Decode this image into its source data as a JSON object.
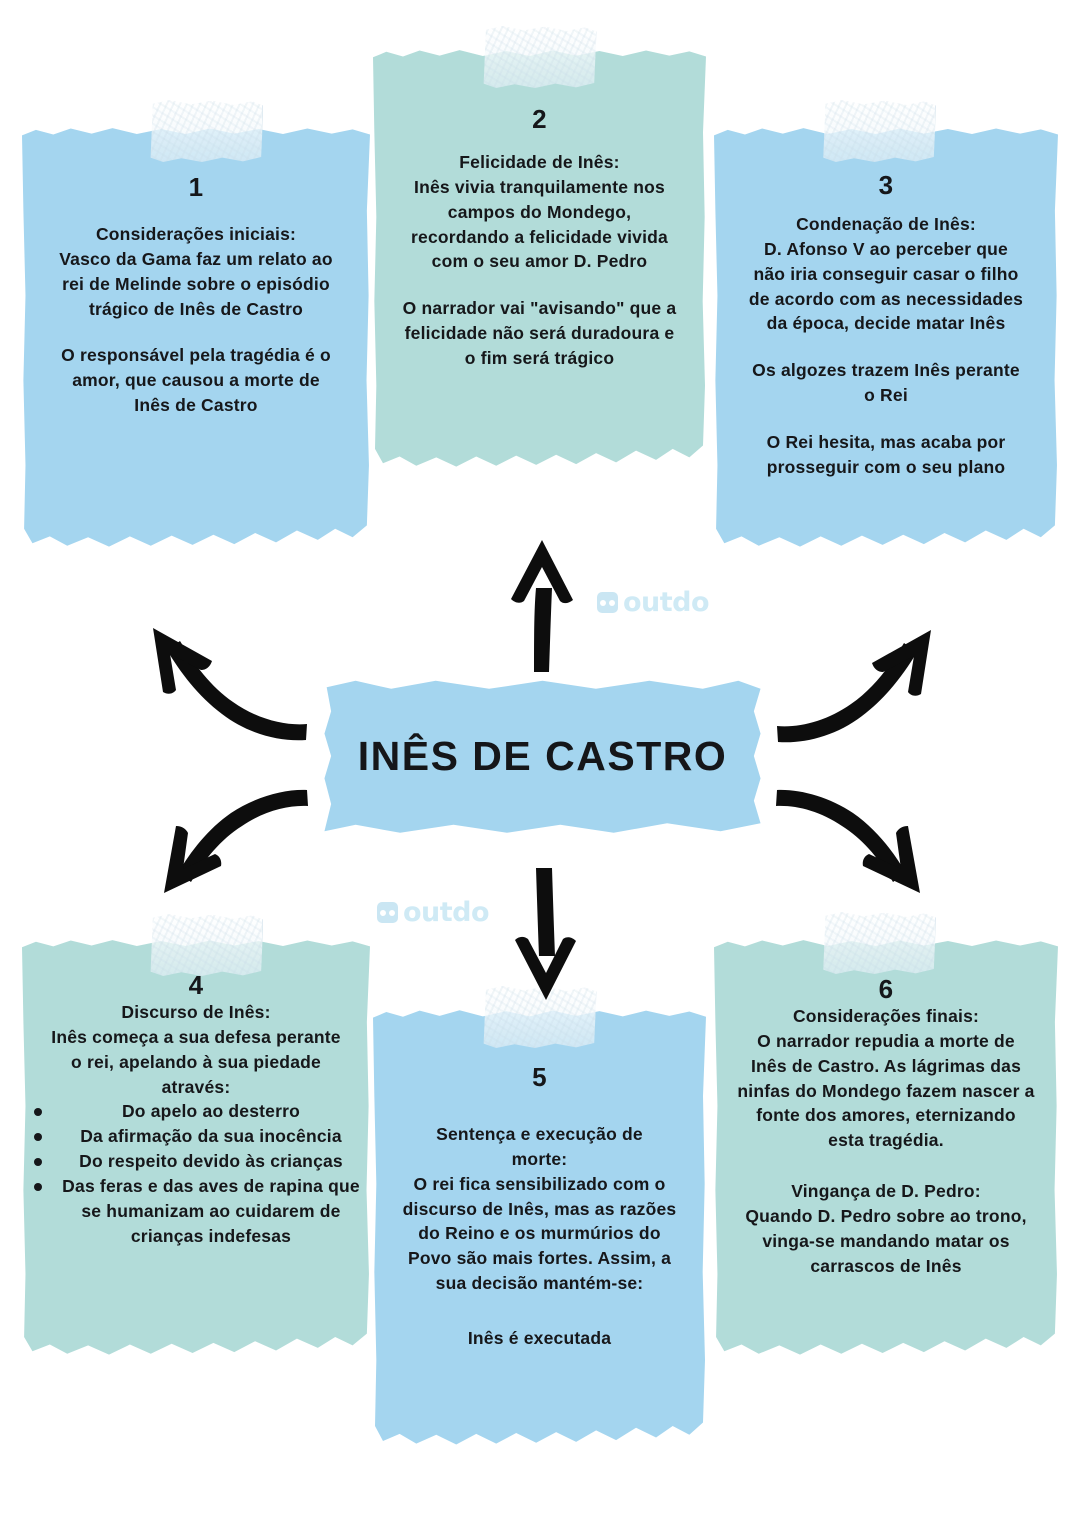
{
  "page": {
    "title": "Inês de Castro — Mapa Mental",
    "background": "#ffffff"
  },
  "center": {
    "title": "INÊS DE CASTRO",
    "color": "#a4d5ef"
  },
  "colors": {
    "blue_card": "#a4d5ef",
    "teal_card": "#b2dcd9",
    "text": "#16171a",
    "watermark": "#a9daee",
    "arrow": "#0d0d0d"
  },
  "watermarks": [
    {
      "text": "outdo",
      "icon": "robot-icon"
    },
    {
      "text": "outdo",
      "icon": "robot-icon"
    }
  ],
  "cards": [
    {
      "number": "1",
      "color": "#a4d5ef",
      "blocks": [
        {
          "type": "paragraph",
          "lines": [
            "Considerações iniciais:",
            "Vasco da Gama faz um relato ao",
            "rei de Melinde sobre o episódio",
            "trágico de Inês de Castro"
          ]
        },
        {
          "type": "paragraph",
          "lines": [
            "O responsável pela tragédia é o",
            "amor, que causou a morte de",
            "Inês de Castro"
          ]
        }
      ]
    },
    {
      "number": "2",
      "color": "#b2dcd9",
      "blocks": [
        {
          "type": "paragraph",
          "lines": [
            "Felicidade de Inês:",
            "Inês vivia tranquilamente nos",
            "campos do Mondego,",
            "recordando a felicidade vivida",
            "com o seu amor D. Pedro"
          ]
        },
        {
          "type": "paragraph",
          "lines": [
            "O narrador vai \"avisando\" que a",
            "felicidade não será duradoura e",
            "o fim será trágico"
          ]
        }
      ]
    },
    {
      "number": "3",
      "color": "#a4d5ef",
      "blocks": [
        {
          "type": "paragraph",
          "lines": [
            "Condenação de Inês:",
            "D. Afonso V ao perceber que",
            "não iria conseguir casar o filho",
            "de acordo com as necessidades",
            "da época, decide matar Inês"
          ]
        },
        {
          "type": "paragraph",
          "lines": [
            "Os algozes trazem Inês perante",
            "o Rei"
          ]
        },
        {
          "type": "paragraph",
          "lines": [
            "O Rei hesita, mas acaba por",
            "prosseguir com o seu plano"
          ]
        }
      ]
    },
    {
      "number": "4",
      "color": "#b2dcd9",
      "blocks": [
        {
          "type": "paragraph",
          "lines": [
            "Discurso de Inês:",
            "Inês começa a sua defesa perante",
            "o rei, apelando à sua piedade",
            "através:"
          ]
        },
        {
          "type": "bullets",
          "items": [
            "Do apelo ao desterro",
            "Da afirmação da sua inocência",
            "Do respeito devido às crianças",
            "Das feras e das aves de rapina que se humanizam ao cuidarem de crianças indefesas"
          ]
        }
      ]
    },
    {
      "number": "5",
      "color": "#a4d5ef",
      "blocks": [
        {
          "type": "paragraph",
          "lines": [
            "Sentença e execução de",
            "morte:",
            "O rei fica sensibilizado com o",
            "discurso de Inês, mas as razões",
            "do Reino e os murmúrios do",
            "Povo são mais fortes. Assim, a",
            "sua decisão mantém-se:"
          ]
        },
        {
          "type": "paragraph",
          "lines": [
            "Inês é executada"
          ]
        }
      ]
    },
    {
      "number": "6",
      "color": "#b2dcd9",
      "blocks": [
        {
          "type": "paragraph",
          "lines": [
            "Considerações finais:",
            "O narrador repudia a morte de",
            "Inês de Castro. As lágrimas das",
            "ninfas do Mondego fazem nascer a",
            "fonte dos amores, eternizando",
            "esta tragédia."
          ]
        },
        {
          "type": "paragraph",
          "lines": [
            "Vingança de D. Pedro:",
            "Quando D. Pedro sobre ao trono,",
            "vinga-se mandando matar os",
            "carrascos de Inês"
          ]
        }
      ]
    }
  ],
  "arrows": [
    {
      "name": "arrow-center-to-card-1",
      "direction": "up-left"
    },
    {
      "name": "arrow-center-to-card-2",
      "direction": "up"
    },
    {
      "name": "arrow-center-to-card-3",
      "direction": "up-right"
    },
    {
      "name": "arrow-center-to-card-4",
      "direction": "down-left"
    },
    {
      "name": "arrow-center-to-card-5",
      "direction": "down"
    },
    {
      "name": "arrow-center-to-card-6",
      "direction": "down-right"
    }
  ]
}
